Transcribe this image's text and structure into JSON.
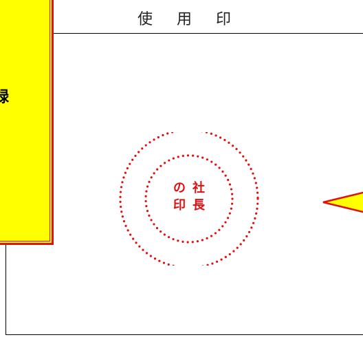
{
  "header": {
    "title": "使 用 印"
  },
  "side_box": {
    "label": "録"
  },
  "seal": {
    "text": "社長の印",
    "color": "#e01010"
  },
  "callout": {
    "fill": "#ffff00",
    "stroke": "#e01010"
  }
}
